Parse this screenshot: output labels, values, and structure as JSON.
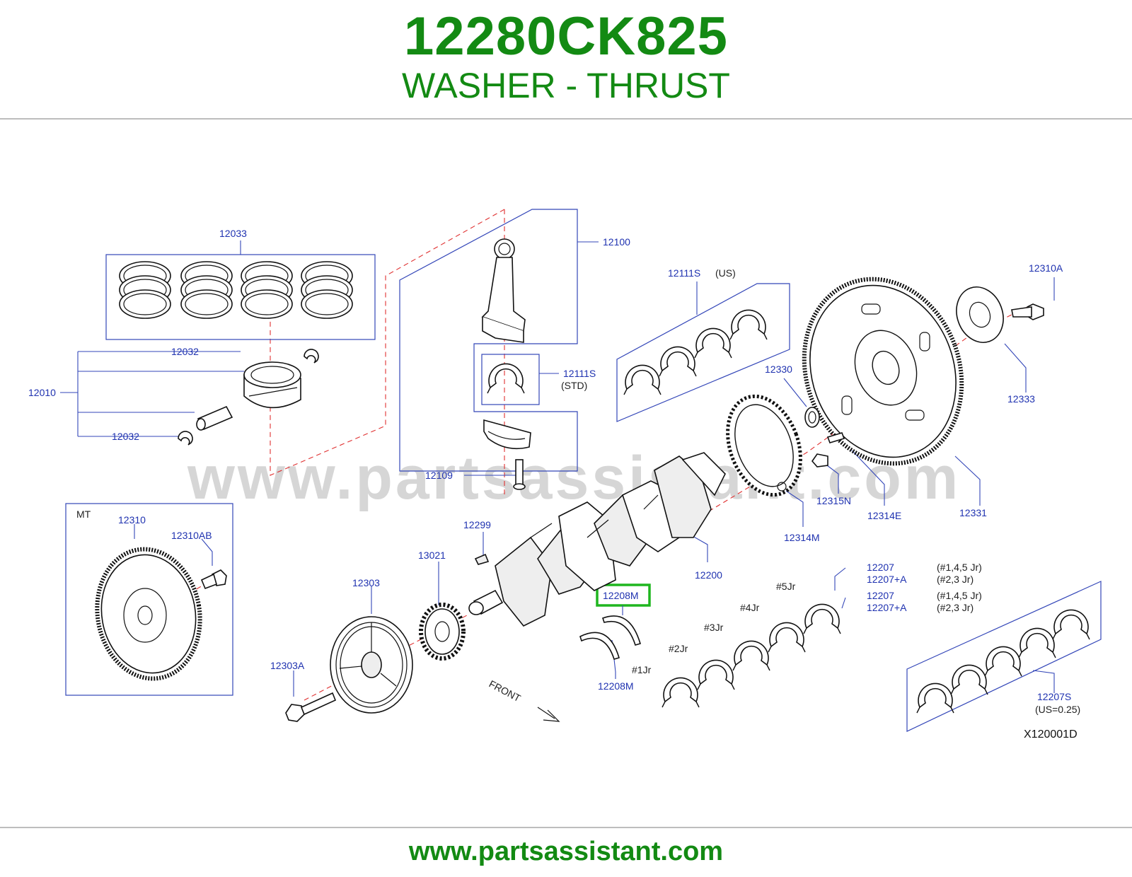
{
  "header": {
    "part_number": "12280CK825",
    "part_name": "WASHER - THRUST"
  },
  "footer": {
    "url": "www.partsassistant.com"
  },
  "watermark": "www.partsassistant.com",
  "highlight_color": "#1fb61f",
  "brand_color": "#138a13",
  "diagram": {
    "labels": {
      "p12033": "12033",
      "p12100": "12100",
      "p12111S_us": "12111S",
      "us": "(US)",
      "p12310A": "12310A",
      "p12032_top": "12032",
      "p12010": "12010",
      "p12032_bottom": "12032",
      "p12111S_std": "12111S",
      "std": "(STD)",
      "p12330": "12330",
      "p12333": "12333",
      "p12109": "12109",
      "p12315N": "12315N",
      "p12314E": "12314E",
      "p12331": "12331",
      "mt": "MT",
      "p12310": "12310",
      "p12310AB": "12310AB",
      "p12314M": "12314M",
      "p12299": "12299",
      "p13021": "13021",
      "p12303": "12303",
      "p12200": "12200",
      "p12208M_hl": "12208M",
      "p12207_a": "12207",
      "p12207A_a": "12207+A",
      "jr145_a": "(#1,4,5   Jr)",
      "jr23_a": "(#2,3    Jr)",
      "p12207_b": "12207",
      "p12207A_b": "12207+A",
      "jr145_b": "(#1,4,5   Jr)",
      "jr23_b": "(#2,3    Jr)",
      "jr5": "#5Jr",
      "jr4": "#4Jr",
      "jr3": "#3Jr",
      "jr2": "#2Jr",
      "jr1": "#1Jr",
      "p12303A": "12303A",
      "p12208M_bottom": "12208M",
      "front": "FRONT",
      "p12207S": "12207S",
      "us025": "(US=0.25)",
      "ref": "X120001D"
    }
  }
}
